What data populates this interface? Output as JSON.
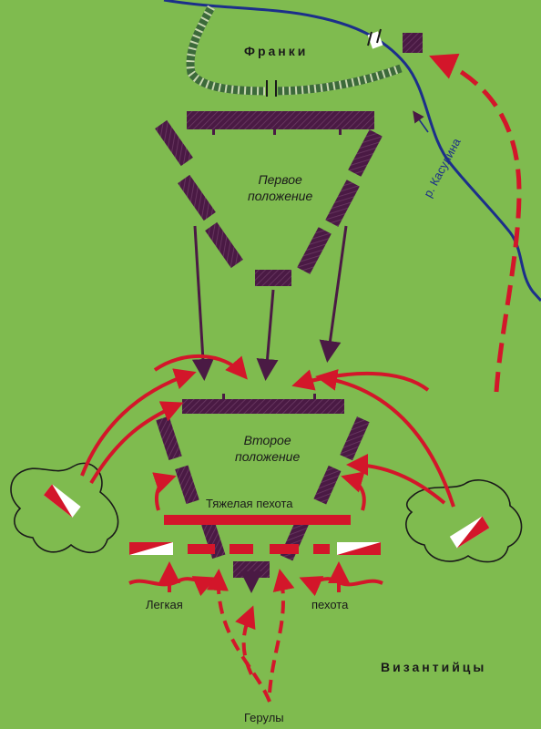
{
  "labels": {
    "franks": "Франки",
    "river": "р. Касулина",
    "first_position_line1": "Первое",
    "first_position_line2": "положение",
    "second_position_line1": "Второе",
    "second_position_line2": "положение",
    "heavy_infantry": "Тяжелая пехота",
    "light_left": "Легкая",
    "light_right": "пехота",
    "byzantines": "Византийцы",
    "heruli": "Герулы"
  },
  "colors": {
    "background": "#7fbb4f",
    "frankish_units": "#4a1a44",
    "byzantine_units": "#d3162a",
    "river": "#1c2f8a",
    "fortification": "#3c6a3a",
    "river_label": "#1c2f8a"
  }
}
